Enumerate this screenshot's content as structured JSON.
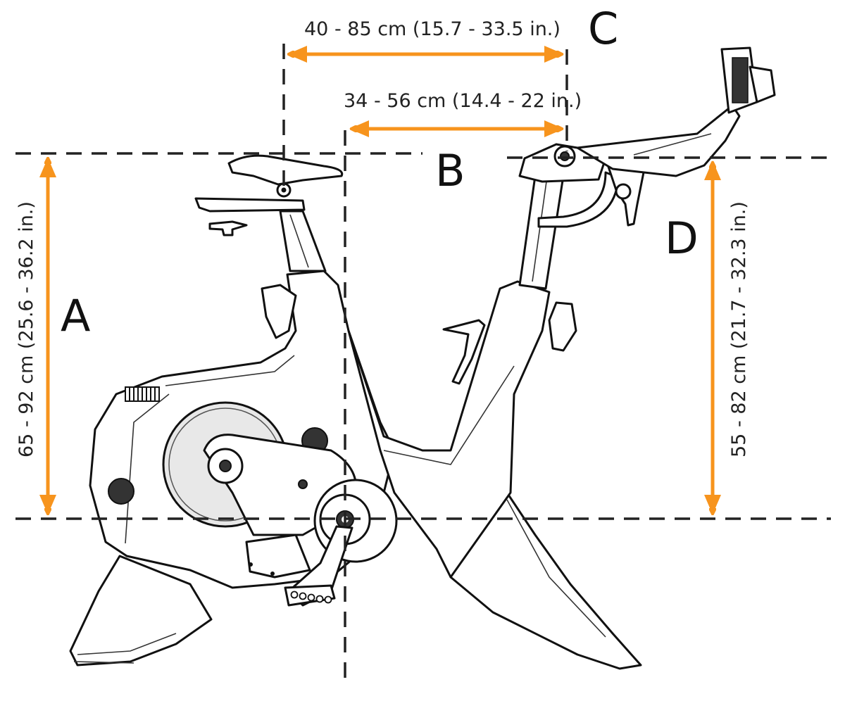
{
  "colors": {
    "arrow": "#f7941d",
    "dash": "#222222",
    "outline": "#111111",
    "background": "#ffffff"
  },
  "dimensions": [
    {
      "id": "A",
      "letter": "A",
      "label": "65 - 92 cm (25.6 - 36.2 in.)"
    },
    {
      "id": "B",
      "letter": "B",
      "label": "34 - 56 cm (14.4 - 22 in.)"
    },
    {
      "id": "C",
      "letter": "C",
      "label": "40 - 85 cm (15.7 - 33.5 in.)"
    },
    {
      "id": "D",
      "letter": "D",
      "label": "55 - 82 cm (21.7 - 32.3 in.)"
    }
  ]
}
